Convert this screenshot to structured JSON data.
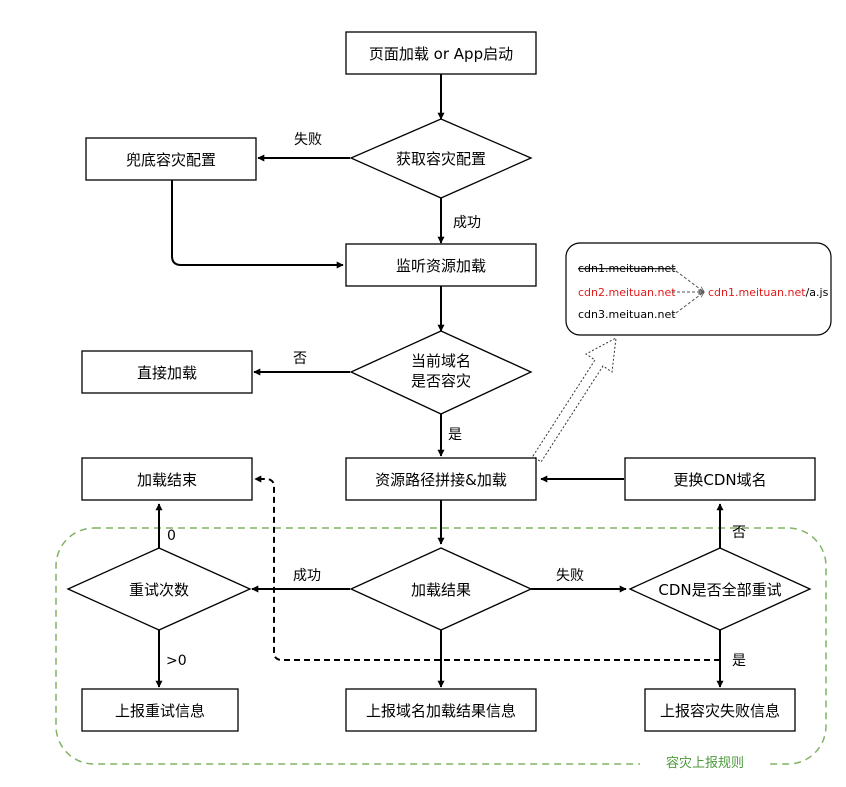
{
  "nodes": {
    "start": "页面加载 or App启动",
    "get_config": "获取容灾配置",
    "fallback_config": "兜底容灾配置",
    "listen": "监听资源加载",
    "is_disaster_line1": "当前域名",
    "is_disaster_line2": "是否容灾",
    "direct_load": "直接加载",
    "concat_load": "资源路径拼接&加载",
    "switch_cdn": "更换CDN域名",
    "load_end": "加载结束",
    "retry_count": "重试次数",
    "load_result": "加载结果",
    "cdn_all_retried": "CDN是否全部重试",
    "report_retry": "上报重试信息",
    "report_domain": "上报域名加载结果信息",
    "report_fail": "上报容灾失败信息"
  },
  "edges": {
    "fail_1": "失败",
    "success_1": "成功",
    "no_1": "否",
    "yes_1": "是",
    "success_2": "成功",
    "fail_2": "失败",
    "zero": "0",
    "gt_zero": ">0",
    "no_2": "否",
    "yes_2": "是"
  },
  "callout": {
    "line1": "cdn1.meituan.net",
    "line2": "cdn2.meituan.net",
    "line3": "cdn3.meituan.net",
    "target_red": "cdn1.meituan.net",
    "target_suffix": "/a.js"
  },
  "group_label": "容灾上报规则",
  "colors": {
    "stroke": "#000000",
    "group_border": "#82b366",
    "group_label": "#4d9a3c",
    "red_text": "#e01b1b"
  }
}
